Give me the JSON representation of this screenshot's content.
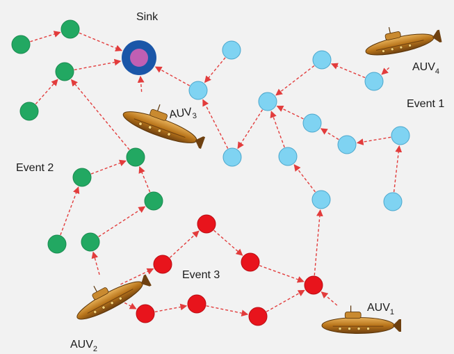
{
  "diagram": {
    "sink": {
      "label": "Sink"
    },
    "events": [
      {
        "label": "Event 1"
      },
      {
        "label": "Event 2"
      },
      {
        "label": "Event 3"
      }
    ],
    "auvs": [
      {
        "base": "AUV",
        "sub": "1"
      },
      {
        "base": "AUV",
        "sub": "2"
      },
      {
        "base": "AUV",
        "sub": "3"
      },
      {
        "base": "AUV",
        "sub": "4"
      }
    ],
    "colors": {
      "background": "#f2f2f2",
      "green_node": "#22a862",
      "blue_node": "#7fd3f2",
      "red_node": "#e8141c",
      "arrow": "#e23c3c",
      "sink_ring": "#1a56a8",
      "sink_core": "#c05fb3",
      "auv_hull": "#b8741a"
    }
  }
}
